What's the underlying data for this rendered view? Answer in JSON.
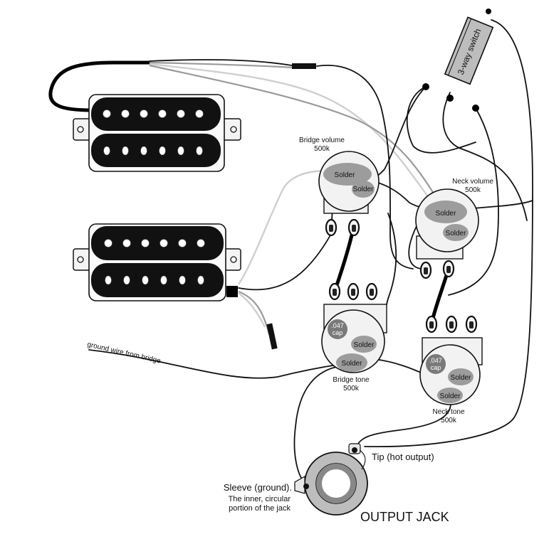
{
  "labels": {
    "bridge_volume": "Bridge volume",
    "bridge_volume_value": "500k",
    "neck_volume": "Neck volume",
    "neck_volume_value": "500k",
    "bridge_tone": "Bridge tone",
    "bridge_tone_value": "500k",
    "neck_tone": "Neck tone",
    "neck_tone_value": "500k",
    "switch": "3-way switch",
    "ground_wire": "ground wire from bridge",
    "tip": "Tip (hot output)",
    "sleeve_line1": "Sleeve (ground).",
    "sleeve_line2": "The inner, circular",
    "sleeve_line3": "portion of the jack",
    "output_jack": "OUTPUT JACK"
  },
  "solder_text": "Solder",
  "cap": {
    "value": ".047",
    "unit": "cap"
  },
  "colors": {
    "line": "#111111",
    "solder": "#9c9c9c",
    "pot_body": "#f2f2f2",
    "pickup_body": "#111111",
    "switch_body": "#bdbdbd",
    "jack_ring": "#bdbdbd"
  }
}
